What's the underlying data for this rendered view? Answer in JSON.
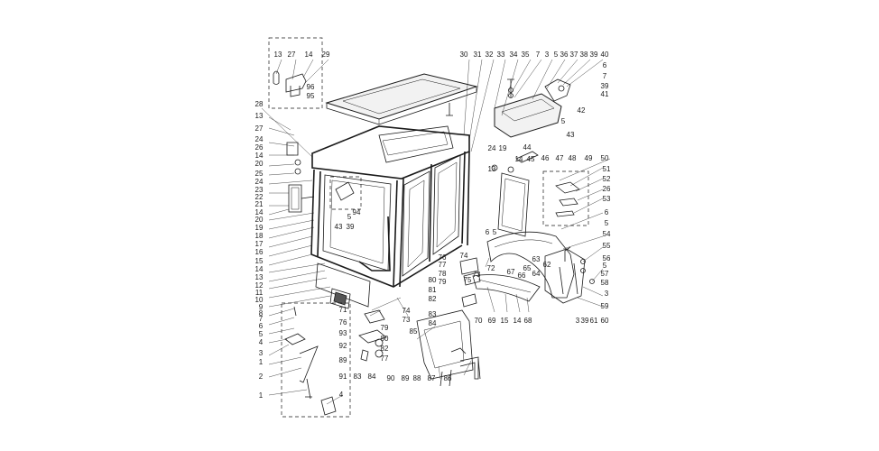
{
  "part_numbers": [
    "1",
    "2",
    "3",
    "4",
    "5",
    "6",
    "7",
    "8",
    "9",
    "10",
    "11",
    "12",
    "13",
    "14",
    "15",
    "16",
    "17",
    "18",
    "19",
    "20",
    "21",
    "22",
    "23",
    "24",
    "25",
    "26",
    "27",
    "28",
    "29",
    "30",
    "31",
    "32",
    "33",
    "34",
    "35",
    "36",
    "37",
    "38",
    "39",
    "40",
    "41",
    "42",
    "43",
    "44",
    "45",
    "46",
    "47",
    "48",
    "49",
    "50",
    "51",
    "52",
    "53",
    "54",
    "55",
    "56",
    "57",
    "58",
    "59",
    "60",
    "61",
    "62",
    "63",
    "64",
    "65",
    "66",
    "67",
    "68",
    "69",
    "70",
    "71",
    "72",
    "73",
    "74",
    "75",
    "76",
    "77",
    "78",
    "79",
    "80",
    "81",
    "82",
    "83",
    "84",
    "85",
    "86",
    "87",
    "88",
    "89",
    "90",
    "91",
    "92",
    "93",
    "94",
    "95",
    "96"
  ]
}
